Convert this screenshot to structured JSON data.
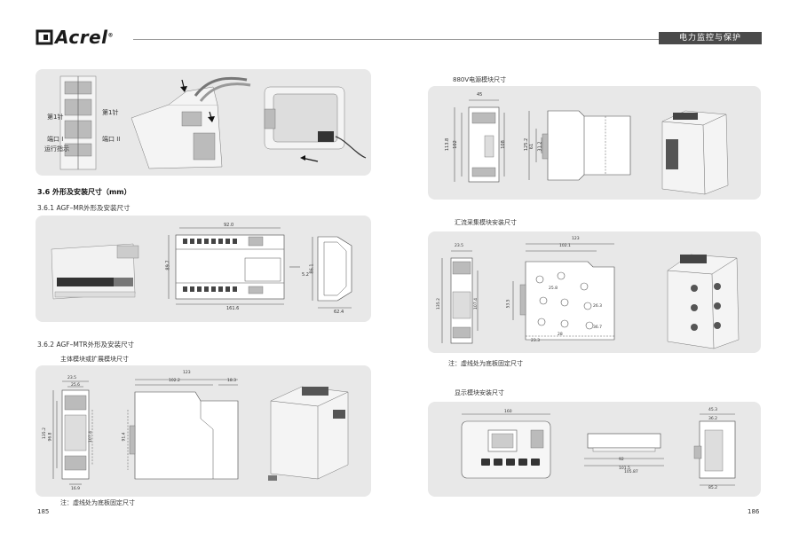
{
  "brand": {
    "name": "Acrel",
    "registered": "®"
  },
  "banner": "电力监控与保护",
  "left": {
    "top_figure": {
      "labels": {
        "pin1_left": "第1针",
        "pin1_right": "第1针",
        "port1": "端口 I",
        "port2": "端口 II",
        "run_indicator": "运行指示"
      }
    },
    "section_36": "3.6 外形及安装尺寸（mm）",
    "section_361": "3.6.1  AGF–MR外形及安装尺寸",
    "mr_dims": {
      "w1": "92.0",
      "h1": "89.7",
      "w2": "161.6",
      "side": "5.2",
      "depth_h": "86.1",
      "depth_w": "62.4"
    },
    "section_362": "3.6.2  AGF–MTR外形及安装尺寸",
    "sub_main": "主体模块或扩展模块尺寸",
    "mtr_dims": {
      "a": "23.5",
      "b": "25.6",
      "h1": "135.2",
      "h2": "96.8",
      "h3": "107.4",
      "bottom": "16.9",
      "top": "123",
      "mid": "102.2",
      "right": "18.3",
      "v": "91.4"
    },
    "note": "注：虚线处为底板固定尺寸",
    "page_number": "185"
  },
  "right": {
    "psu_title": "880V电源模块尺寸",
    "psu_dims": {
      "top": "45",
      "h1": "113.8",
      "h2": "102",
      "h3": "108",
      "h4": "125.2",
      "h5": "61",
      "h6": "31.2"
    },
    "acq_title": "汇流采集模块安装尺寸",
    "acq_dims": {
      "a": "23.5",
      "w1": "123",
      "w2": "102.1",
      "h1": "135.2",
      "h2": "107.4",
      "v1": "53.5",
      "bottom": "23.3",
      "c": "25.8",
      "d": "28",
      "e": "36.7",
      "f": "26.3"
    },
    "acq_note": "注：虚线处为底板固定尺寸",
    "disp_title": "显示模块安装尺寸",
    "disp_dims": {
      "w": "160",
      "d1": "92",
      "d2": "101.5",
      "d3": "105.87",
      "h1": "45.3",
      "h2": "36.2",
      "h3": "85.2"
    },
    "page_number": "186"
  }
}
